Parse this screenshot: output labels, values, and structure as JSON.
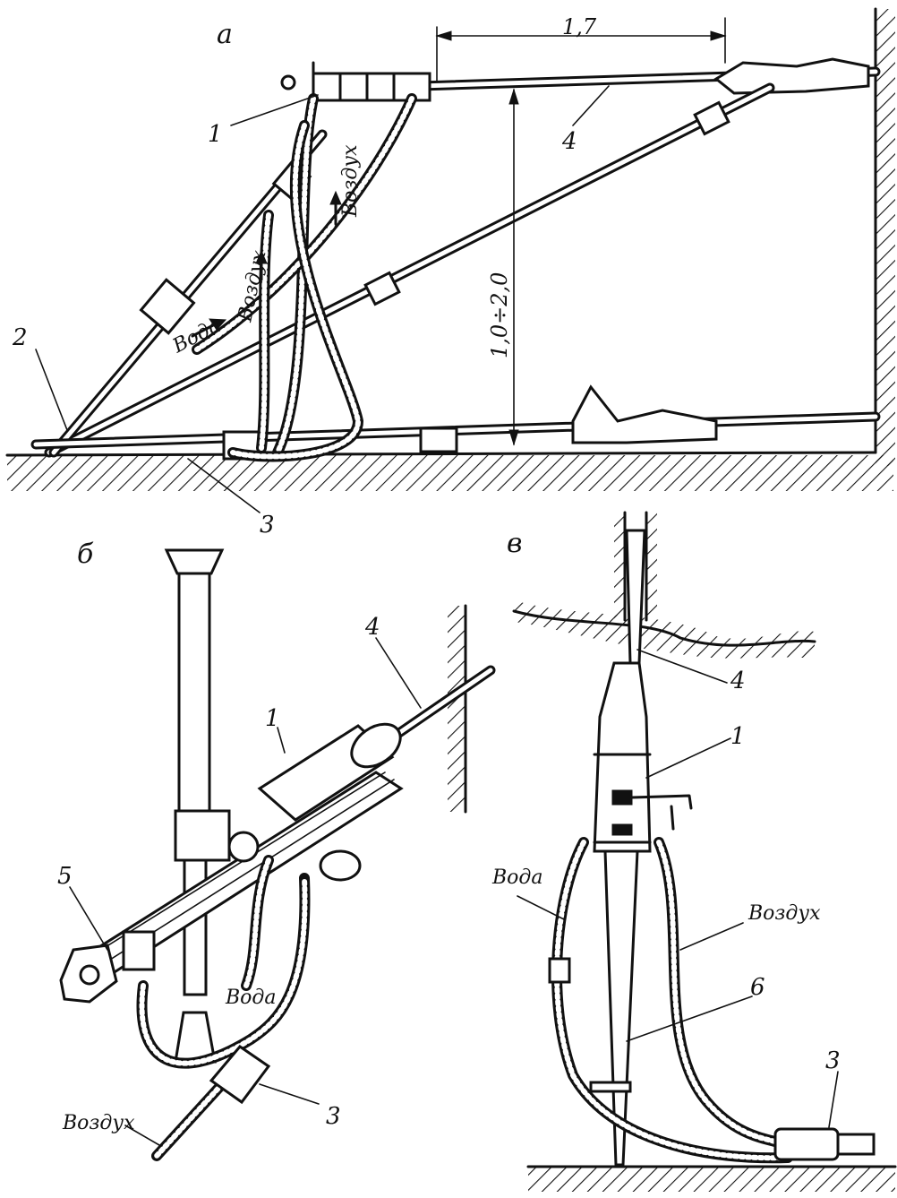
{
  "panels": {
    "a": {
      "letter": "а",
      "dimension_length": "1,7",
      "dimension_height": "1,0÷2,0",
      "callouts": [
        "1",
        "2",
        "3",
        "4"
      ],
      "air_label_1": "Воздух",
      "air_label_2": "Воздух",
      "water_label": "Вода"
    },
    "b": {
      "letter": "б",
      "callouts": [
        "1",
        "3",
        "4",
        "5"
      ],
      "water_label": "Вода",
      "air_label": "Воздух"
    },
    "c": {
      "letter": "в",
      "callouts": [
        "1",
        "3",
        "4",
        "6"
      ],
      "water_label": "Вода",
      "air_label": "Воздух"
    }
  }
}
